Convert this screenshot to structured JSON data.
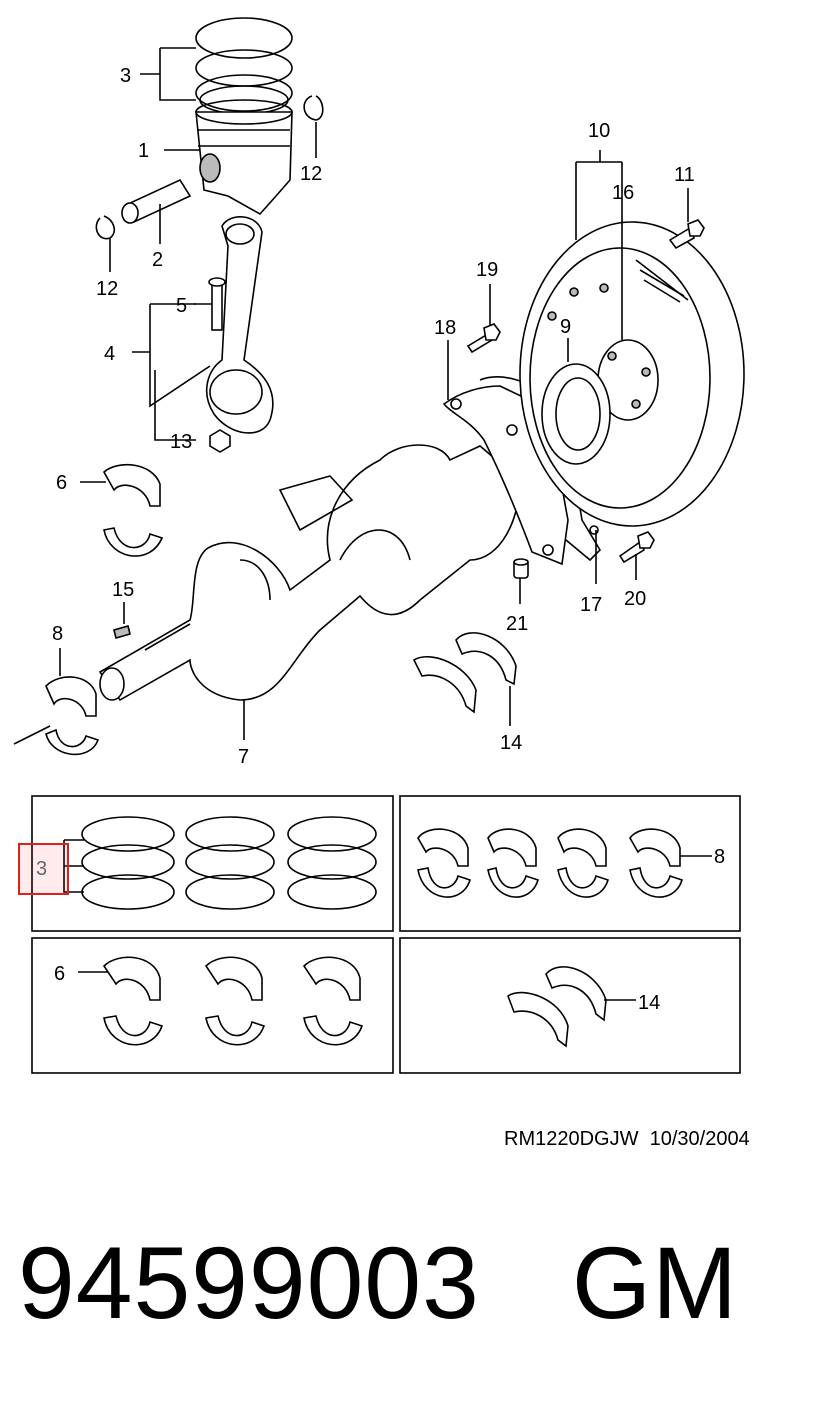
{
  "callouts": {
    "c1": "1",
    "c2": "2",
    "c3_top": "3",
    "c4": "4",
    "c5": "5",
    "c6_top": "6",
    "c7": "7",
    "c8_top": "8",
    "c9": "9",
    "c10": "10",
    "c11": "11",
    "c12_right": "12",
    "c12_left": "12",
    "c13": "13",
    "c14_top": "14",
    "c15": "15",
    "c16": "16",
    "c17": "17",
    "c18": "18",
    "c19": "19",
    "c20": "20",
    "c21": "21",
    "c3_box": "3",
    "c8_box": "8",
    "c6_box": "6",
    "c14_box": "14"
  },
  "highlight_color": "#e02020",
  "diagram_ref": "RM1220DGJW  10/30/2004",
  "part_number": "94599003",
  "brand": "GM"
}
